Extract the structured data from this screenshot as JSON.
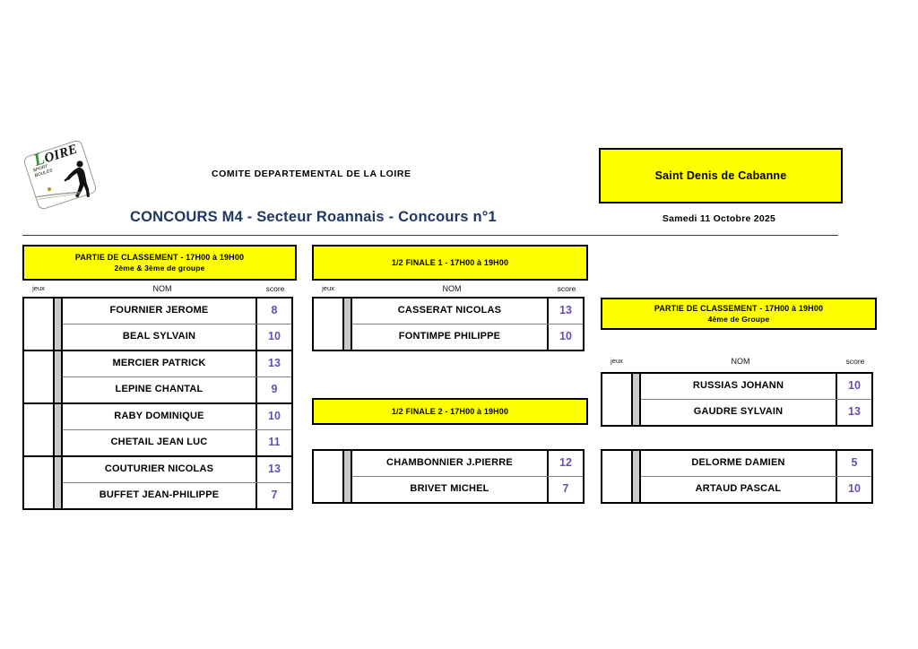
{
  "document": {
    "committee": "COMITE DEPARTEMENTAL DE LA LOIRE",
    "title": "CONCOURS M4 - Secteur Roannais - Concours n°1",
    "venue": "Saint Denis de Cabanne",
    "date": "Samedi 11 Octobre 2025",
    "logo": {
      "name": "Loire",
      "initial": "L",
      "rest": "OIRE",
      "subtitle_line1": "SPORT",
      "subtitle_line2": "BOULES"
    }
  },
  "colors": {
    "banner_yellow": "#ffff00",
    "title_navy": "#1f3864",
    "score_purple": "#6a4fb0",
    "divider_gray": "#c9c9c9"
  },
  "column_headers": {
    "jeux": "jeux",
    "nom": "NOM",
    "score": "score"
  },
  "sections": [
    {
      "id": "left",
      "banner": {
        "line1": "PARTIE DE CLASSEMENT - 17H00 à 19H00",
        "line2": "2ème & 3ème de groupe"
      },
      "has_column_header": true,
      "groups": [
        {
          "rows": [
            {
              "jeux": "",
              "nom": "FOURNIER JEROME",
              "score": "8"
            },
            {
              "jeux": "",
              "nom": "BEAL SYLVAIN",
              "score": "10"
            }
          ]
        },
        {
          "rows": [
            {
              "jeux": "",
              "nom": "MERCIER PATRICK",
              "score": "13"
            },
            {
              "jeux": "",
              "nom": "LEPINE CHANTAL",
              "score": "9"
            }
          ]
        },
        {
          "rows": [
            {
              "jeux": "",
              "nom": "RABY DOMINIQUE",
              "score": "10"
            },
            {
              "jeux": "",
              "nom": "CHETAIL JEAN LUC",
              "score": "11"
            }
          ]
        },
        {
          "rows": [
            {
              "jeux": "",
              "nom": "COUTURIER NICOLAS",
              "score": "13"
            },
            {
              "jeux": "",
              "nom": "BUFFET JEAN-PHILIPPE",
              "score": "7"
            }
          ]
        }
      ]
    },
    {
      "id": "mid1",
      "banner": {
        "line1": "1/2 FINALE 1 - 17H00 à 19H00",
        "line2": ""
      },
      "has_column_header": true,
      "groups": [
        {
          "rows": [
            {
              "jeux": "",
              "nom": "CASSERAT NICOLAS",
              "score": "13"
            },
            {
              "jeux": "",
              "nom": "FONTIMPE PHILIPPE",
              "score": "10"
            }
          ]
        }
      ]
    },
    {
      "id": "mid2",
      "banner": {
        "line1": "1/2 FINALE 2 - 17H00 à 19H00",
        "line2": ""
      },
      "has_column_header": false,
      "groups": [
        {
          "rows": [
            {
              "jeux": "",
              "nom": "CHAMBONNIER J.PIERRE",
              "score": "12"
            },
            {
              "jeux": "",
              "nom": "BRIVET MICHEL",
              "score": "7"
            }
          ]
        }
      ]
    },
    {
      "id": "right",
      "banner": {
        "line1": "PARTIE DE CLASSEMENT - 17H00 à 19H00",
        "line2": "4ème de Groupe"
      },
      "has_column_header": true,
      "groups": [
        {
          "rows": [
            {
              "jeux": "",
              "nom": "RUSSIAS JOHANN",
              "score": "10"
            },
            {
              "jeux": "",
              "nom": "GAUDRE SYLVAIN",
              "score": "13"
            }
          ]
        },
        {
          "rows": [
            {
              "jeux": "",
              "nom": "DELORME DAMIEN",
              "score": "5"
            },
            {
              "jeux": "",
              "nom": "ARTAUD PASCAL",
              "score": "10"
            }
          ]
        }
      ]
    }
  ]
}
